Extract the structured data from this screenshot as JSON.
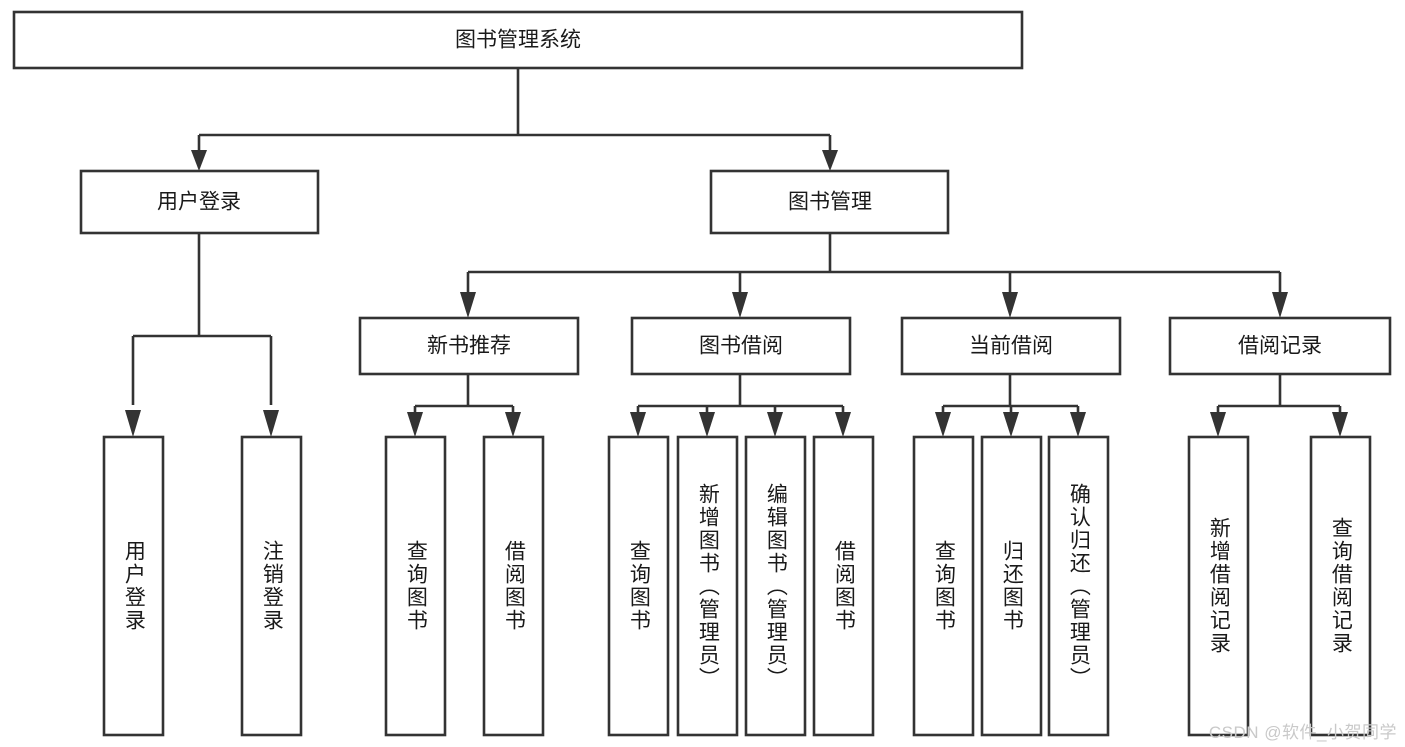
{
  "diagram": {
    "type": "hierarchy-tree",
    "title": "图书管理系统",
    "watermark": "CSDN @软件_小贺同学",
    "colors": {
      "box_stroke": "#333333",
      "box_fill": "#ffffff",
      "text": "#1a1a1a",
      "background": "#ffffff",
      "watermark": "#c9c9c9"
    },
    "root": {
      "label": "图书管理系统",
      "children": [
        {
          "label": "用户登录",
          "children": [
            {
              "label": "用户登录"
            },
            {
              "label": "注销登录"
            }
          ]
        },
        {
          "label": "图书管理",
          "children": [
            {
              "label": "新书推荐",
              "children": [
                {
                  "label": "查询图书"
                },
                {
                  "label": "借阅图书"
                }
              ]
            },
            {
              "label": "图书借阅",
              "children": [
                {
                  "label": "查询图书"
                },
                {
                  "label": "新增图书（管理员）"
                },
                {
                  "label": "编辑图书（管理员）"
                },
                {
                  "label": "借阅图书"
                }
              ]
            },
            {
              "label": "当前借阅",
              "children": [
                {
                  "label": "查询图书"
                },
                {
                  "label": "归还图书"
                },
                {
                  "label": "确认归还（管理员）"
                }
              ]
            },
            {
              "label": "借阅记录",
              "children": [
                {
                  "label": "新增借阅记录"
                },
                {
                  "label": "查询借阅记录"
                }
              ]
            }
          ]
        }
      ]
    },
    "nodes": {
      "root_title": "图书管理系统",
      "user_login": "用户登录",
      "book_manage": "图书管理",
      "new_book_rec": "新书推荐",
      "book_borrow": "图书借阅",
      "current_borrow": "当前借阅",
      "borrow_record": "借阅记录",
      "leaf_user_login": "用户登录",
      "leaf_logout": "注销登录",
      "leaf_rec_query": "查询图书",
      "leaf_rec_borrow": "借阅图书",
      "leaf_bb_query": "查询图书",
      "leaf_bb_add": "新增图书（管理员）",
      "leaf_bb_edit": "编辑图书（管理员）",
      "leaf_bb_borrow": "借阅图书",
      "leaf_cb_query": "查询图书",
      "leaf_cb_return": "归还图书",
      "leaf_cb_confirm": "确认归还（管理员）",
      "leaf_br_add": "新增借阅记录",
      "leaf_br_query": "查询借阅记录"
    }
  }
}
